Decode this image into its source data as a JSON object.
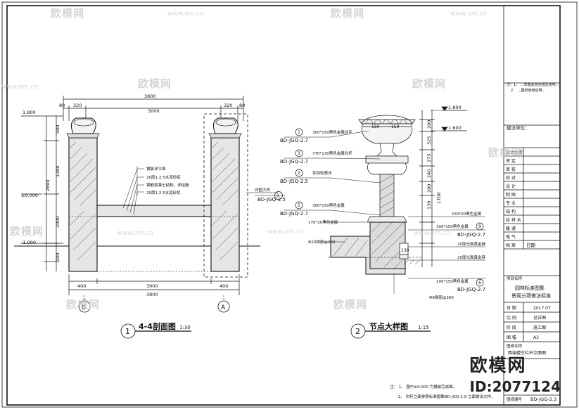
{
  "title_block": {
    "notes_head": [
      "注：1、 ...本图适用范围及说明...",
      "2、 ...图纸使用说明..."
    ],
    "construction_unit_label": "建设单位：",
    "roles": [
      "设计负责",
      "审 定",
      "审 核",
      "校 对",
      "设 计",
      "制 图",
      "专 业",
      "结 构",
      "给 排 水",
      "暖 通",
      "电 气",
      "档 案"
    ],
    "role_values": {
      "archive": "日期"
    },
    "project_label": "项目名称",
    "project_name_1": "园林标准图集",
    "project_name_2": "景观分项做法标准",
    "date_label": "日 期",
    "date_value": "2017.07",
    "scale_label": "比 例",
    "scale_value": "见详图",
    "stage_label": "阶 段",
    "stage_value": "施工图",
    "size_label": "图 幅",
    "size_value": "A3",
    "drawing_name_label": "图纸名称",
    "drawing_name": "两端镂空栏杆立面图",
    "drawing_no_label": "图纸编号",
    "drawing_no": "BD-JGQ-2.3"
  },
  "section": {
    "title": "4-4剖面图",
    "scale": "1:30",
    "no": "1",
    "dims_top": [
      "3800",
      "320",
      "3000",
      "320",
      "80",
      "80"
    ],
    "dims_bottom": [
      "400",
      "3000",
      "400",
      "3800"
    ],
    "levels": [
      "1.800",
      "±0.000",
      "-1.000"
    ],
    "dims_left": [
      "500",
      "1300",
      "2800",
      "1000",
      "100"
    ],
    "axis_left": "B",
    "axis_right": "A",
    "notes": [
      "铺装详平面",
      "20厚1:2.5水泥砂浆",
      "钢筋混凝土结构，详结施",
      "20厚1:2.5水泥砂浆"
    ],
    "detail_label": "详图大样",
    "detail_no": "3",
    "detail_ref": "BD-JGQ-2.5"
  },
  "node": {
    "title": "节点大样图",
    "scale": "1:15",
    "no": "2",
    "levels": [
      "1.800",
      "1.600"
    ],
    "callouts": [
      {
        "n": "1",
        "ref": "BD-JGQ-2.7",
        "text": "300*150黑色金属扶手"
      },
      {
        "n": "3",
        "ref": "BD-JGQ-2.7",
        "text": "770*130黑色金属栏杆"
      },
      {
        "n": "2",
        "ref": "BD-JGQ-2.5",
        "text": "花钵轮廓详"
      },
      {
        "n": "5",
        "ref": "BD-JGQ-2.7",
        "text": "300*150黑色金属"
      },
      {
        "n": "9",
        "ref": "BD-JGQ-2.7",
        "text": "100*150黑色金属"
      },
      {
        "n": "6",
        "ref": "BD-JGQ-2.7",
        "text": "100*150黑色金属"
      }
    ],
    "side_notes": [
      "150*20黑色金属",
      "20厚光面黄金麻",
      "20厚光面黄金麻",
      "170*20黑色金属"
    ],
    "rebar_1": "Φ20钢筋@300",
    "rebar_2": "Φ8钢筋@300",
    "dims_right": [
      "200",
      "325",
      "275",
      "240",
      "200",
      "130",
      "1700"
    ],
    "dims_top": [
      "150",
      "150"
    ],
    "dim_130": "130"
  },
  "bottom_notes": {
    "line1": "注： 1、 图中±0.000 为铺装完成面。",
    "line2": "2、 栏杆立面参照标准图集BD-JGQ-2.9 立面做法大样。"
  },
  "watermark": {
    "brand": "欧模网",
    "domain": "www.om.cn"
  },
  "brand": {
    "name": "欧模网",
    "id": "ID:2077124"
  }
}
